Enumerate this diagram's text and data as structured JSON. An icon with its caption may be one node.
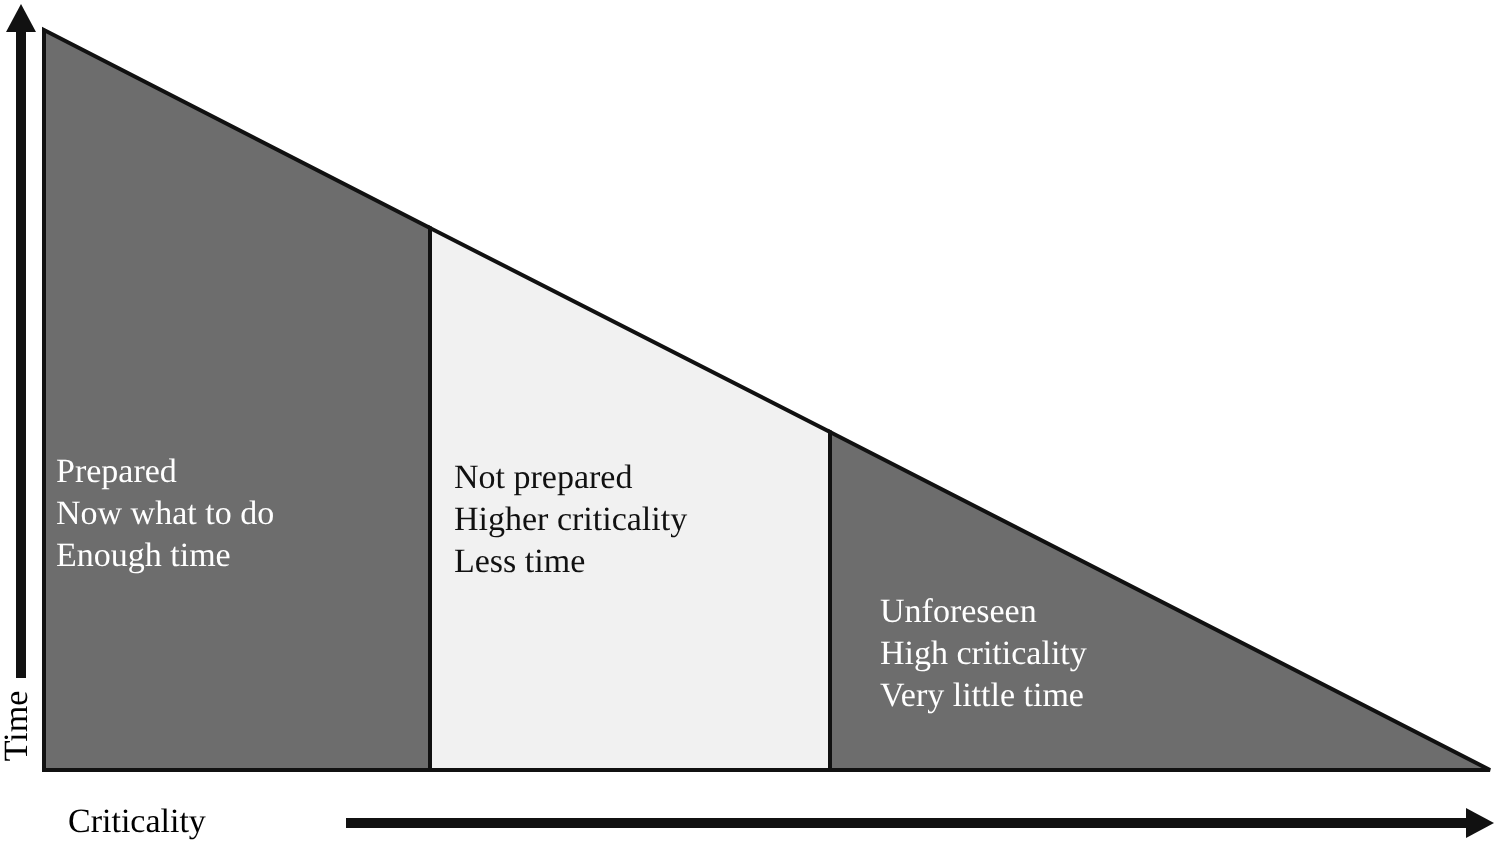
{
  "diagram": {
    "nodes": [
      {
        "text": [
          "Prepared",
          "Now what to do",
          "Enough time"
        ]
      },
      {
        "text": [
          "Not prepared",
          "Higher criticality",
          "Less time"
        ]
      },
      {
        "text": [
          "Unforeseen",
          "High criticality",
          "Very little time"
        ]
      }
    ],
    "labels": [
      "Time",
      "Criticality"
    ]
  }
}
